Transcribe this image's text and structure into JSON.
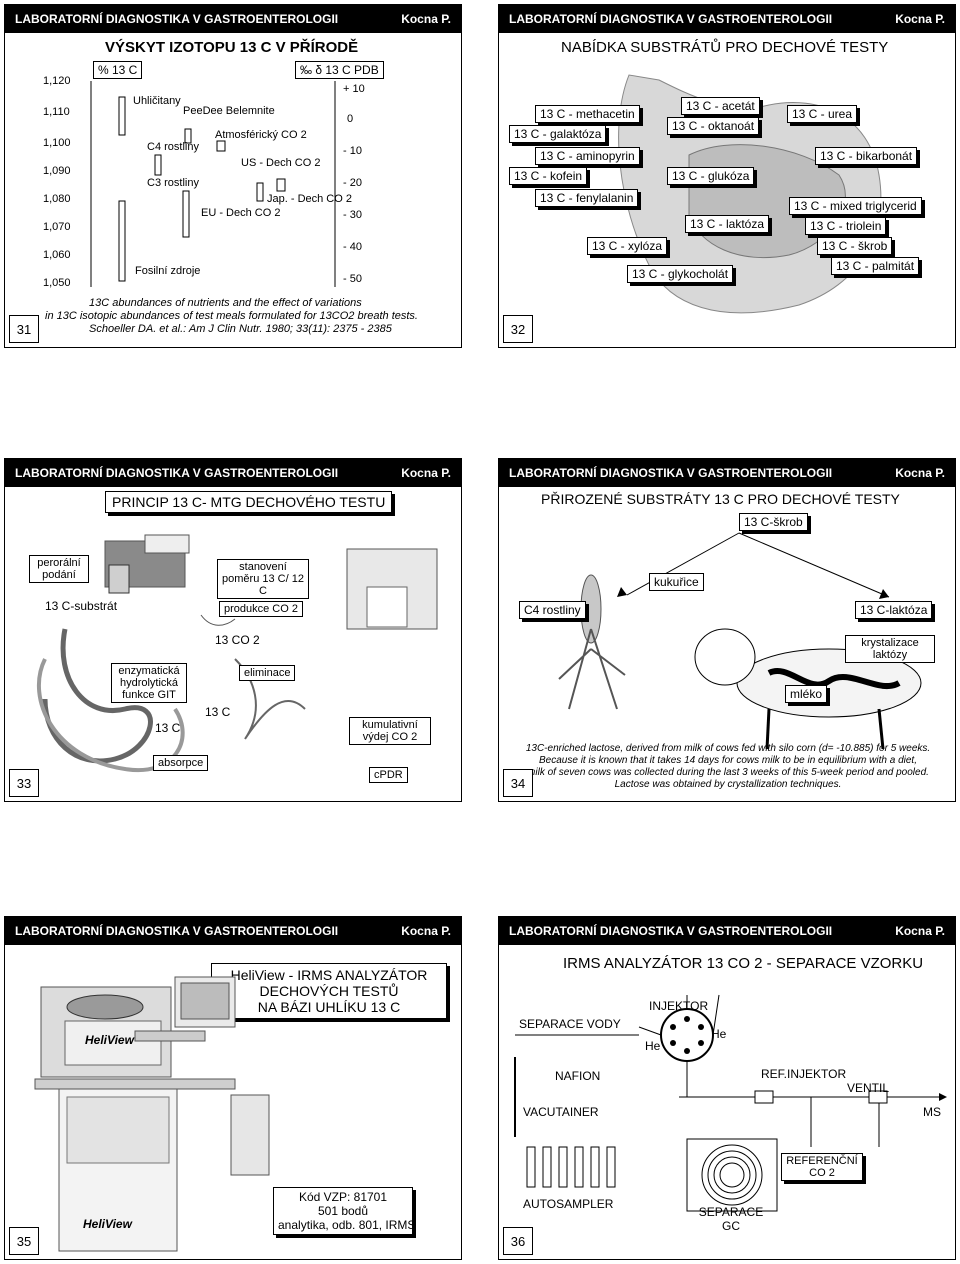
{
  "header": {
    "left": "LABORATORNÍ DIAGNOSTIKA V GASTROENTEROLOGII",
    "right": "Kocna P."
  },
  "slide31": {
    "number": "31",
    "title": "VÝSKYT IZOTOPU 13 C V PŘÍRODĚ",
    "left_axis_label": "% 13 C",
    "right_axis_label": "‰ δ 13 C PDB",
    "left_ticks": [
      "1,120",
      "1,110",
      "1,100",
      "1,090",
      "1,080",
      "1,070",
      "1,060",
      "1,050"
    ],
    "right_ticks": [
      "+ 10",
      "0",
      "- 10",
      "- 20",
      "- 30",
      "- 40",
      "- 50"
    ],
    "labels": [
      "Uhličitany",
      "PeeDee Belemnite",
      "Atmosférický CO 2",
      "C4 rostliny",
      "US - Dech CO 2",
      "C3 rostliny",
      "Jap. - Dech CO 2",
      "EU - Dech CO 2",
      "Fosilní zdroje"
    ],
    "caption1": "13C abundances of nutrients and the effect of variations",
    "caption2": "in 13C isotopic abundances of test meals formulated for 13CO2 breath tests.",
    "caption3": "Schoeller DA. et al.: Am J Clin Nutr. 1980; 33(11): 2375 - 2385"
  },
  "slide32": {
    "number": "32",
    "title": "NABÍDKA SUBSTRÁTŮ PRO DECHOVÉ TESTY",
    "items": [
      "13 C - methacetin",
      "13 C - galaktóza",
      "13 C - aminopyrin",
      "13 C - kofein",
      "13 C - fenylalanin",
      "13 C - acetát",
      "13 C - oktanoát",
      "13 C - glukóza",
      "13 C - laktóza",
      "13 C - xylóza",
      "13 C - glykocholát",
      "13 C - urea",
      "13 C - bikarbonát",
      "13 C - mixed triglycerid",
      "13 C - triolein",
      "13 C - škrob",
      "13 C - palmitát"
    ]
  },
  "slide33": {
    "number": "33",
    "title": "PRINCIP 13 C- MTG DECHOVÉHO TESTU",
    "oral": "perorální podání",
    "substrate": "13 C-substrát",
    "ratio": "stanovení poměru 13 C/ 12 C",
    "production": "produkce CO 2",
    "co2": "13 CO 2",
    "hydrolysis": "enzymatická hydrolytická funkce GIT",
    "elimination": "eliminace",
    "c13a": "13 C",
    "c13b": "13 C",
    "absorption": "absorpce",
    "cumulative": "kumulativní výdej CO 2",
    "cpdr": "cPDR"
  },
  "slide34": {
    "number": "34",
    "title": "PŘIROZENÉ SUBSTRÁTY 13 C PRO DECHOVÉ TESTY",
    "starch": "13 C-škrob",
    "corn": "kukuřice",
    "c4": "C4 rostliny",
    "lactose": "13 C-laktóza",
    "crystallization": "krystalizace laktózy",
    "milk": "mléko",
    "caption1": "13C-enriched lactose, derived from milk of cows fed with silo corn (d= -10.885) for 5 weeks.",
    "caption2": "Because it is known that it takes 14 days for cows milk to be in equilibrium with a diet,",
    "caption3": "milk of seven cows was collected during the last 3 weeks of this 5-week period and pooled.",
    "caption4": "Lactose was obtained by crystallization techniques."
  },
  "slide35": {
    "number": "35",
    "title1": "HeliView - IRMS ANALYZÁTOR",
    "title2": "DECHOVÝCH TESTŮ",
    "title3": "NA BÁZI UHLÍKU 13 C",
    "brand1": "HeliView",
    "brand2": "HeliView",
    "code1": "Kód VZP: 81701",
    "code2": "501 bodů",
    "code3": "analytika, odb. 801, IRMS"
  },
  "slide36": {
    "number": "36",
    "title": "IRMS ANALYZÁTOR 13 CO 2 - SEPARACE VZORKU",
    "injector": "INJEKTOR",
    "vapor": "SEPARACE VODY",
    "he1": "He",
    "he2": "He",
    "nafion": "NAFION",
    "refinj": "REF.INJEKTOR",
    "valve": "VENTIL",
    "vacutainer": "VACUTAINER",
    "ms": "MS",
    "reference": "REFERENČNÍ CO 2",
    "autosampler": "AUTOSAMPLER",
    "separation": "SEPARACE GC"
  }
}
